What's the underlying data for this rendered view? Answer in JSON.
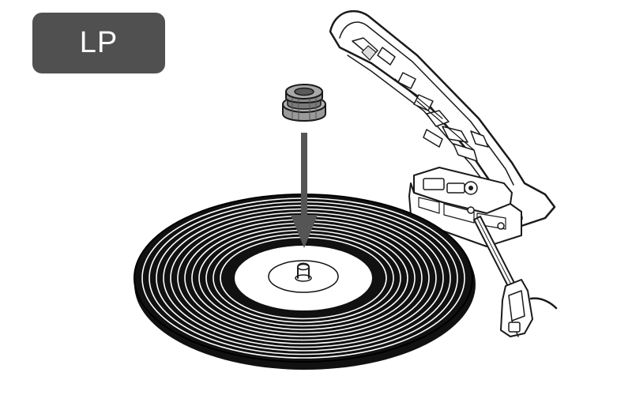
{
  "badge": {
    "label": "LP",
    "background": "#505050",
    "text_color": "#ffffff"
  },
  "colors": {
    "outline": "#1a1a1a",
    "arrow": "#555555",
    "adapter_fill": "#9a9a9a",
    "adapter_dark": "#5a5a5a"
  },
  "illustration": {
    "parts": [
      "record-disc",
      "center-label",
      "spindle",
      "spindle-adapter",
      "down-arrow",
      "open-dust-cover",
      "tonearm-base",
      "tonearm",
      "headshell",
      "cable"
    ]
  }
}
